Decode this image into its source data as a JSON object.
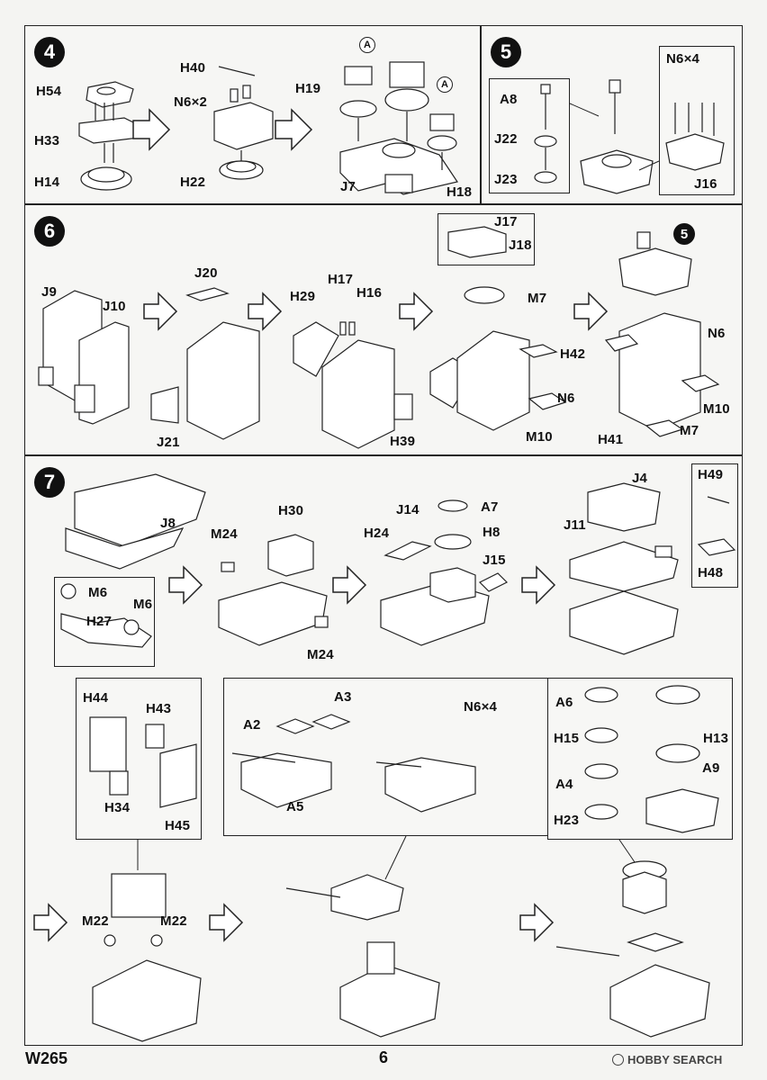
{
  "steps": {
    "s4": "4",
    "s5": "5",
    "s6": "6",
    "s7": "7",
    "s5ref": "5"
  },
  "step4": {
    "labels": [
      "H54",
      "H33",
      "H14",
      "H40",
      "N6×2",
      "H22",
      "H19",
      "J7",
      "H18"
    ],
    "ref_a": "A"
  },
  "step5": {
    "labels": [
      "A8",
      "J22",
      "J23",
      "N6×4",
      "J16"
    ]
  },
  "step6": {
    "labels": [
      "J9",
      "J10",
      "J20",
      "J21",
      "H29",
      "H17",
      "H16",
      "H39",
      "J17",
      "J18",
      "M7",
      "H42",
      "N6",
      "M10",
      "N6",
      "M10",
      "H41",
      "M7"
    ]
  },
  "step7": {
    "labels": [
      "J8",
      "M6",
      "M6",
      "H27",
      "M24",
      "H30",
      "M24",
      "J14",
      "A7",
      "H8",
      "H24",
      "J15",
      "J4",
      "J11",
      "H49",
      "H48",
      "H44",
      "H43",
      "H34",
      "H45",
      "A3",
      "A2",
      "A5",
      "N6×4",
      "A6",
      "H15",
      "A4",
      "H23",
      "H13",
      "A9",
      "M22",
      "M22"
    ]
  },
  "footer": {
    "code": "W265",
    "page": "6",
    "watermark": "HOBBY SEARCH"
  }
}
